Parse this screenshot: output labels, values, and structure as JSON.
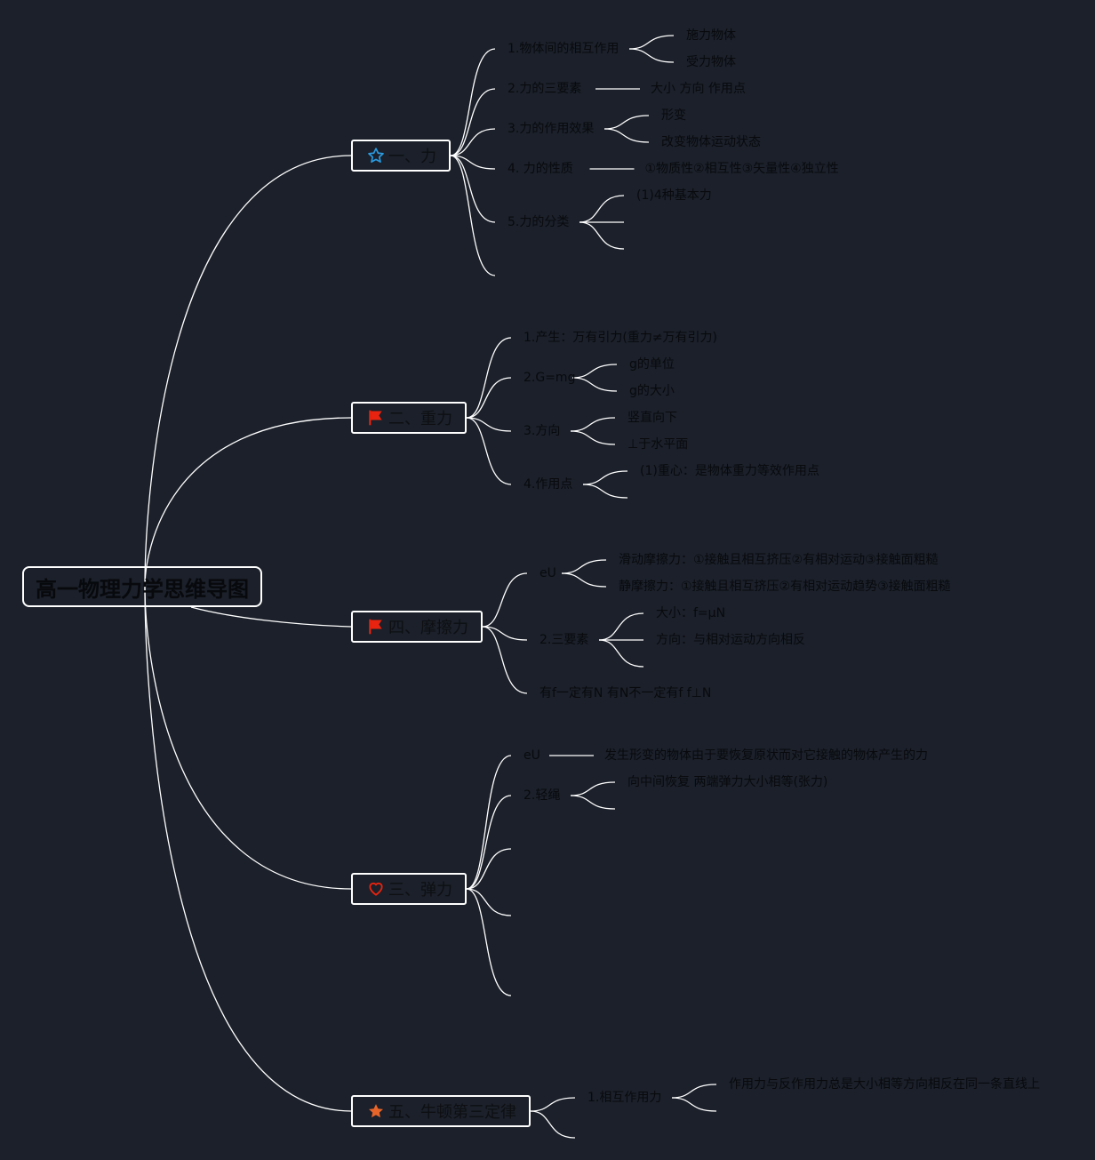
{
  "title": "高一物理力学思维导图",
  "colors": {
    "background": "#1b202a",
    "line": "#ffffff",
    "text": "#0a0c10",
    "star": "#2b9be0",
    "flag": "#e8230f",
    "heart": "#e8230f",
    "star_filled": "#e8652a"
  },
  "branches": [
    {
      "id": "b1",
      "label": "一、力",
      "icon": "star-outline",
      "children": [
        {
          "label": "1.物体间的相互作用",
          "children": [
            "施力物体",
            "受力物体"
          ]
        },
        {
          "label": "2.力的三要素",
          "children": [
            "大小 方向 作用点"
          ]
        },
        {
          "label": "3.力的作用效果",
          "children": [
            "形变",
            "改变物体运动状态"
          ]
        },
        {
          "label": "4. 力的性质",
          "children": [
            "①物质性②相互性③矢量性④独立性"
          ]
        },
        {
          "label": "5.力的分类",
          "children": [
            "(1)4种基本力",
            "",
            ""
          ]
        },
        {
          "label": "",
          "children": []
        }
      ]
    },
    {
      "id": "b2",
      "label": "二、重力",
      "icon": "flag",
      "children": [
        {
          "label": "1.产生：万有引力(重力≠万有引力)",
          "children": []
        },
        {
          "label": "2.G=mg",
          "children": [
            "g的单位",
            "g的大小"
          ]
        },
        {
          "label": "3.方向",
          "children": [
            "竖直向下",
            "⊥于水平面"
          ]
        },
        {
          "label": "4.作用点",
          "children": [
            "(1)重心：是物体重力等效作用点",
            ""
          ]
        }
      ]
    },
    {
      "id": "b4",
      "label": "四、摩擦力",
      "icon": "flag",
      "children": [
        {
          "label": "eU",
          "children": [
            "滑动摩擦力：①接触且相互挤压②有相对运动③接触面粗糙",
            "静摩擦力：①接触且相互挤压②有相对运动趋势③接触面粗糙"
          ]
        },
        {
          "label": "2.三要素",
          "children": [
            "大小：f=μN",
            "方向：与相对运动方向相反",
            ""
          ]
        },
        {
          "label": "有f一定有N 有N不一定有f f⊥N",
          "children": []
        }
      ]
    },
    {
      "id": "b3",
      "label": "三、弹力",
      "icon": "heart",
      "children": [
        {
          "label": "eU",
          "children": [
            "发生形变的物体由于要恢复原状而对它接触的物体产生的力"
          ]
        },
        {
          "label": "2.轻绳",
          "children": [
            "向中间恢复 两端弹力大小相等(张力)",
            ""
          ]
        },
        {
          "label": "",
          "children": []
        },
        {
          "label": "",
          "children": []
        },
        {
          "label": "",
          "children": []
        }
      ]
    },
    {
      "id": "b5",
      "label": "五、牛顿第三定律",
      "icon": "star-filled",
      "children": [
        {
          "label": "1.相互作用力",
          "children": [
            "作用力与反作用力总是大小相等方向相反在同一条直线上",
            ""
          ]
        },
        {
          "label": "",
          "children": []
        }
      ]
    }
  ]
}
